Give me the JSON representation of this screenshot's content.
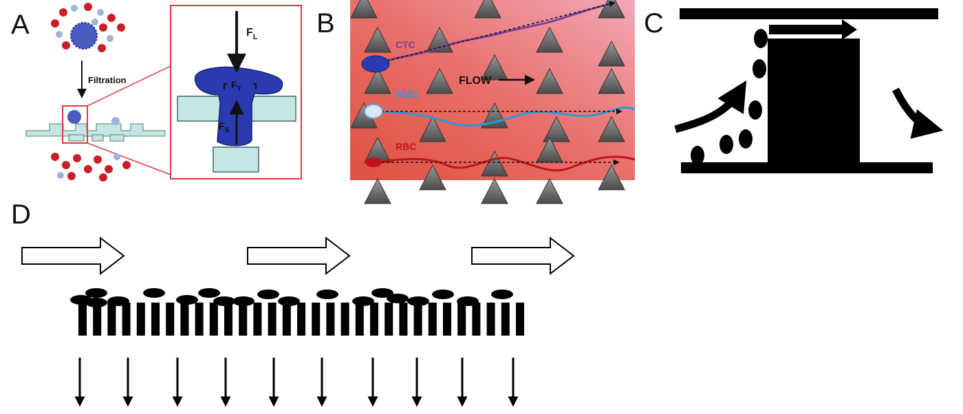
{
  "panels": {
    "A": {
      "letter": "A",
      "filtration_label": "Filtration",
      "force_load": "F",
      "force_load_sub": "L",
      "force_tension": "F",
      "force_tension_sub": "T",
      "force_support": "F",
      "force_support_sub": "S"
    },
    "B": {
      "letter": "B",
      "ctc_label": "CTC",
      "wbc_label": "WBC",
      "rbc_label": "RBC",
      "flow_label": "FLOW"
    },
    "C": {
      "letter": "C"
    },
    "D": {
      "letter": "D"
    }
  },
  "colors": {
    "ctc": "#7a3da0",
    "wbc": "#2a9ad8",
    "rbc": "#c0121a",
    "cell_blue": "#2a3ab0",
    "filter_fill": "#c6e6e3",
    "panelA_border": "#e0383f",
    "bg_red": "#e65a48",
    "bg_pink": "#f0a0b0"
  }
}
